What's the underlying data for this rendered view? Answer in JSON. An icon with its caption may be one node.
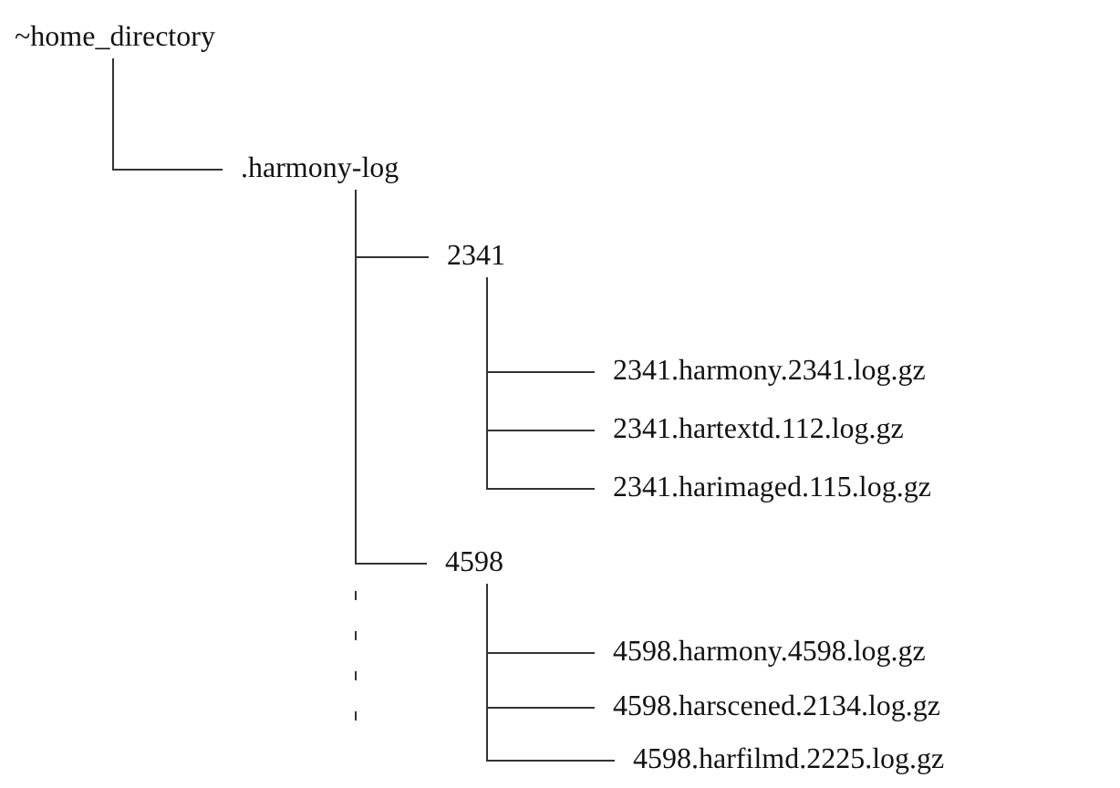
{
  "diagram": {
    "nodes": [
      {
        "text": [
          "~home_directory"
        ]
      },
      {
        "text": [
          ".harmony-log"
        ]
      },
      {
        "text": [
          "2341"
        ]
      },
      {
        "text": [
          "2341.harmony.2341.log.gz"
        ]
      },
      {
        "text": [
          "2341.hartextd.112.log.gz"
        ]
      },
      {
        "text": [
          "2341.harimaged.115.log.gz"
        ]
      },
      {
        "text": [
          "4598"
        ]
      },
      {
        "text": [
          "4598.harmony.4598.log.gz"
        ]
      },
      {
        "text": [
          "4598.harscened.2134.log.gz"
        ]
      },
      {
        "text": [
          "4598.harfilmd.2225.log.gz"
        ]
      }
    ],
    "edges": [
      {
        "from": 0,
        "to": 1,
        "arrow": "none"
      },
      {
        "from": 1,
        "to": 2,
        "arrow": "none"
      },
      {
        "from": 2,
        "to": 3,
        "arrow": "none"
      },
      {
        "from": 2,
        "to": 4,
        "arrow": "none"
      },
      {
        "from": 2,
        "to": 5,
        "arrow": "none"
      },
      {
        "from": 1,
        "to": 6,
        "arrow": "none"
      },
      {
        "from": 6,
        "to": 7,
        "arrow": "none"
      },
      {
        "from": 6,
        "to": 8,
        "arrow": "none"
      },
      {
        "from": 6,
        "to": 9,
        "arrow": "none"
      },
      {
        "from": 1,
        "to": null,
        "arrow": "none",
        "style": "dashed"
      }
    ]
  }
}
